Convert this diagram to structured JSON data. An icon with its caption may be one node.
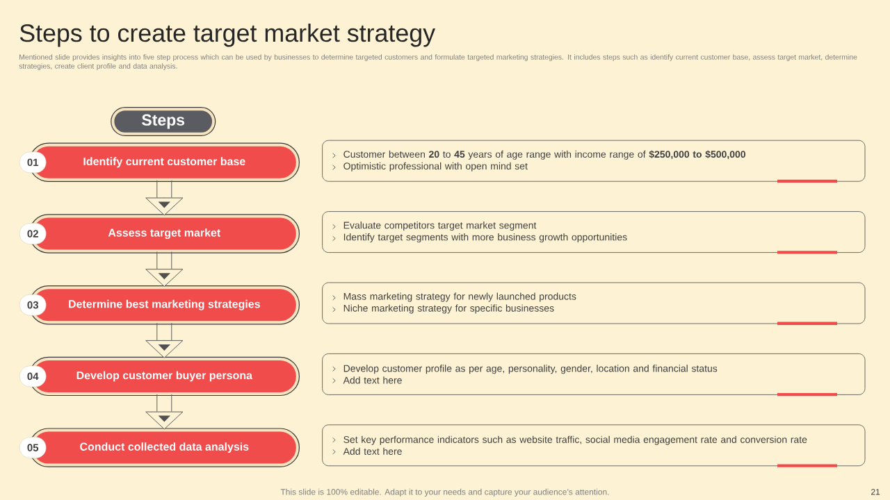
{
  "diagram": {
    "title": "Steps to create target market strategy",
    "nodes": [
      {
        "text": [
          "Steps"
        ]
      },
      {
        "text": [
          "01"
        ]
      },
      {
        "text": [
          "Identify current customer base"
        ]
      },
      {
        "text": [
          "Customer between **20** to **45** years of age range with income range of **$250,000 to $500,000**",
          "Optimistic professional with open mind set"
        ]
      },
      {
        "text": [
          "02"
        ]
      },
      {
        "text": [
          "Assess target market"
        ]
      },
      {
        "text": [
          "Evaluate competitors target market segment",
          "Identify target segments with more business growth opportunities"
        ]
      },
      {
        "text": [
          "03"
        ]
      },
      {
        "text": [
          "Determine best marketing strategies"
        ]
      },
      {
        "text": [
          "Mass marketing strategy for newly launched products",
          "Niche marketing strategy for specific businesses"
        ]
      },
      {
        "text": [
          "04"
        ]
      },
      {
        "text": [
          "Develop customer buyer persona"
        ]
      },
      {
        "text": [
          "Develop customer profile as per age, personality, gender, location and financial status",
          "Add text here"
        ]
      },
      {
        "text": [
          "05"
        ]
      },
      {
        "text": [
          "Conduct collected data analysis"
        ]
      },
      {
        "text": [
          "Set key performance indicators such as website traffic, social media engagement rate and conversion rate",
          "Add text here"
        ]
      }
    ],
    "edges": [
      {
        "from": 2,
        "to": 5,
        "arrow": "to"
      },
      {
        "from": 5,
        "to": 8,
        "arrow": "to"
      },
      {
        "from": 8,
        "to": 11,
        "arrow": "to"
      },
      {
        "from": 11,
        "to": 14,
        "arrow": "to"
      }
    ],
    "labels": [
      "Mentioned slide provides insights into five step process which can be used by businesses to determine targeted customers and formulate targeted marketing strategies. It includes steps such as identify current customer base, assess target market, determine strategies, create client profile and data analysis.",
      "This slide is 100% editable. Adapt it to your needs and capture your audience’s attention.",
      "21"
    ]
  }
}
